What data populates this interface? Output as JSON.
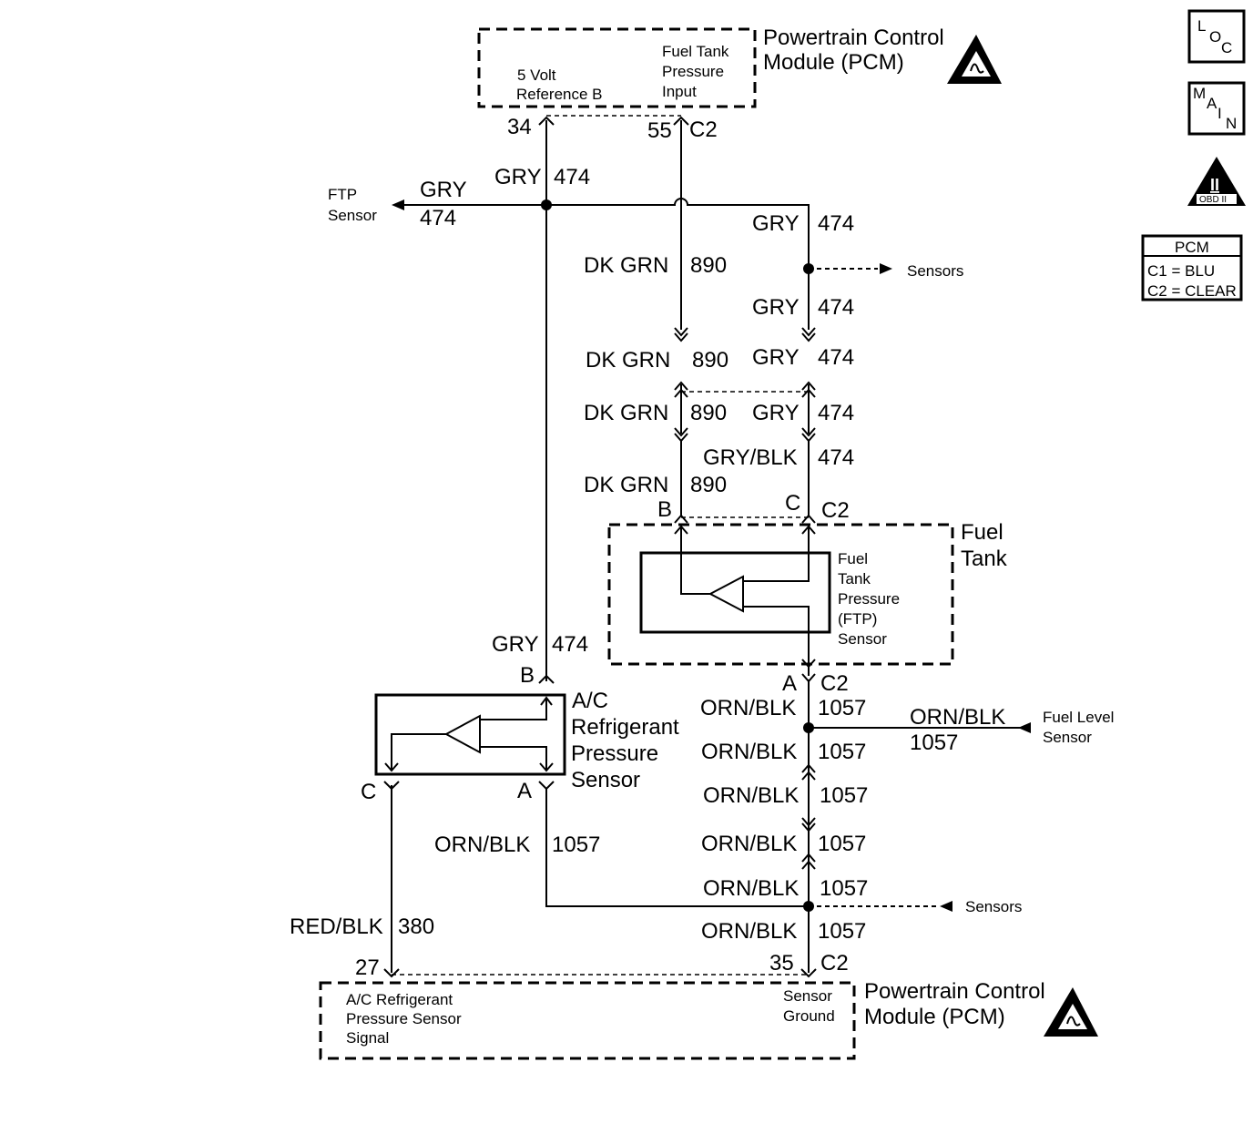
{
  "pcm_top": {
    "title_line1": "Powertrain Control",
    "title_line2": "Module (PCM)",
    "ref5v_line1": "5 Volt",
    "ref5v_line2": "Reference B",
    "ftp_input_line1": "Fuel Tank",
    "ftp_input_line2": "Pressure",
    "ftp_input_line3": "Input",
    "pin_34": "34",
    "pin_55": "55",
    "conn_c2": "C2"
  },
  "pcm_bottom": {
    "title_line1": "Powertrain Control",
    "title_line2": "Module (PCM)",
    "signal_line1": "A/C Refrigerant",
    "signal_line2": "Pressure Sensor",
    "signal_line3": "Signal",
    "ground_line1": "Sensor",
    "ground_line2": "Ground",
    "pin_27": "27",
    "pin_35": "35",
    "conn_c2": "C2"
  },
  "wires": {
    "gry": "GRY",
    "c474": "474",
    "dkgrn": "DK GRN",
    "c890": "890",
    "grybk": "GRY/BLK",
    "ornblk": "ORN/BLK",
    "c1057": "1057",
    "redblk": "RED/BLK",
    "c380": "380"
  },
  "offpage": {
    "ftp_sensor_line1": "FTP",
    "ftp_sensor_line2": "Sensor",
    "sensors": "Sensors",
    "fuel_level_line1": "Fuel Level",
    "fuel_level_line2": "Sensor"
  },
  "fuel_tank": {
    "title_line1": "Fuel",
    "title_line2": "Tank",
    "sensor_line1": "Fuel",
    "sensor_line2": "Tank",
    "sensor_line3": "Pressure",
    "sensor_line4": "(FTP)",
    "sensor_line5": "Sensor",
    "pin_b": "B",
    "pin_c": "C",
    "pin_a": "A",
    "conn_c2": "C2"
  },
  "ac_sensor": {
    "line1": "A/C",
    "line2": "Refrigerant",
    "line3": "Pressure",
    "line4": "Sensor",
    "pin_b": "B",
    "pin_c": "C",
    "pin_a": "A"
  },
  "legend": {
    "loc": [
      "L",
      "O",
      "C"
    ],
    "main": [
      "M",
      "A",
      "I",
      "N"
    ],
    "obd": "OBD II",
    "obd_numeral": "II",
    "pcm_title": "PCM",
    "pcm_c1": "C1 = BLU",
    "pcm_c2": "C2 = CLEAR"
  }
}
